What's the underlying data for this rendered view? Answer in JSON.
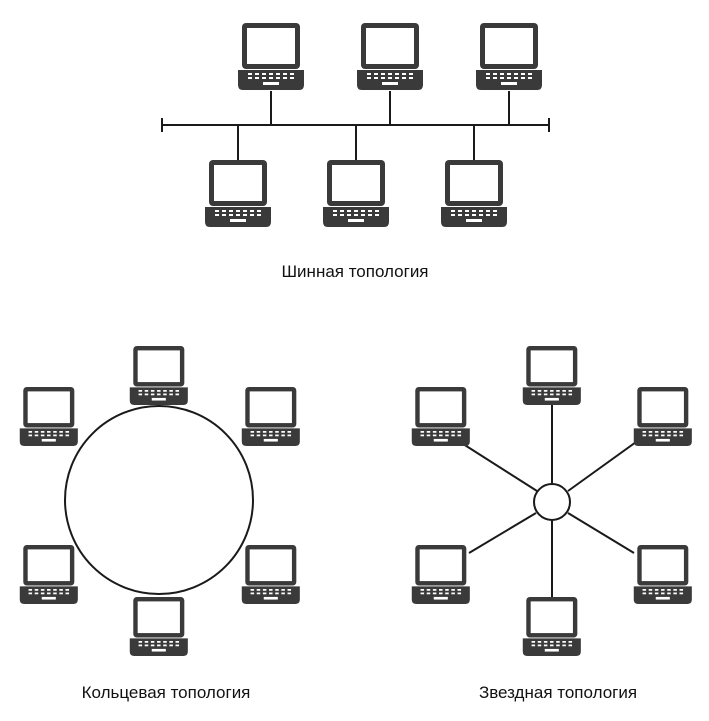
{
  "captions": {
    "bus": "Шинная топология",
    "ring": "Кольцевая топология",
    "star": "Звездная топология"
  },
  "colors": {
    "laptop": "#3a3a3a",
    "screen": "#ffffff",
    "line": "#1a1a1a",
    "background": "#ffffff"
  },
  "icons": {
    "node": "laptop-icon",
    "hub": "hub-circle"
  }
}
